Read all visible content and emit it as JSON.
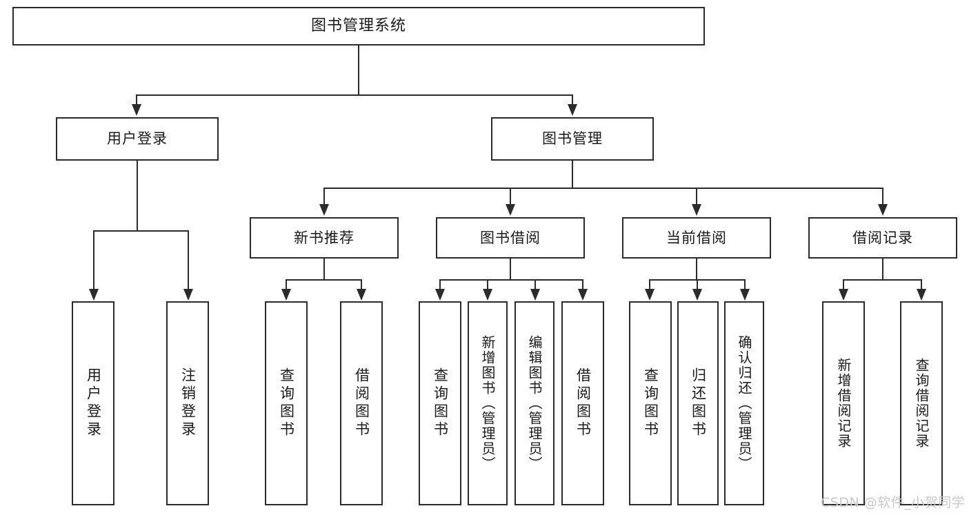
{
  "diagram": {
    "title": "图书管理系统",
    "type": "tree-hierarchy-diagram",
    "root": {
      "label": "图书管理系统"
    },
    "level1": [
      {
        "label": "用户登录"
      },
      {
        "label": "图书管理"
      }
    ],
    "level2": [
      {
        "label": "新书推荐"
      },
      {
        "label": "图书借阅"
      },
      {
        "label": "当前借阅"
      },
      {
        "label": "借阅记录"
      }
    ],
    "leaves": [
      {
        "label": "用户登录"
      },
      {
        "label": "注销登录"
      },
      {
        "label": "查询图书"
      },
      {
        "label": "借阅图书"
      },
      {
        "label": "查询图书"
      },
      {
        "label": "新增图书（管理员）"
      },
      {
        "label": "编辑图书（管理员）"
      },
      {
        "label": "借阅图书"
      },
      {
        "label": "查询图书"
      },
      {
        "label": "归还图书"
      },
      {
        "label": "确认归还（管理员）"
      },
      {
        "label": "新增借阅记录"
      },
      {
        "label": "查询借阅记录"
      }
    ]
  },
  "watermark": {
    "text": "CSDN @软件_小贺同学"
  },
  "colors": {
    "line": "#2b2b2b",
    "box_fill": "#ffffff",
    "text": "#1a1a1a",
    "watermark": "#c9c9c9",
    "background": "#ffffff"
  }
}
